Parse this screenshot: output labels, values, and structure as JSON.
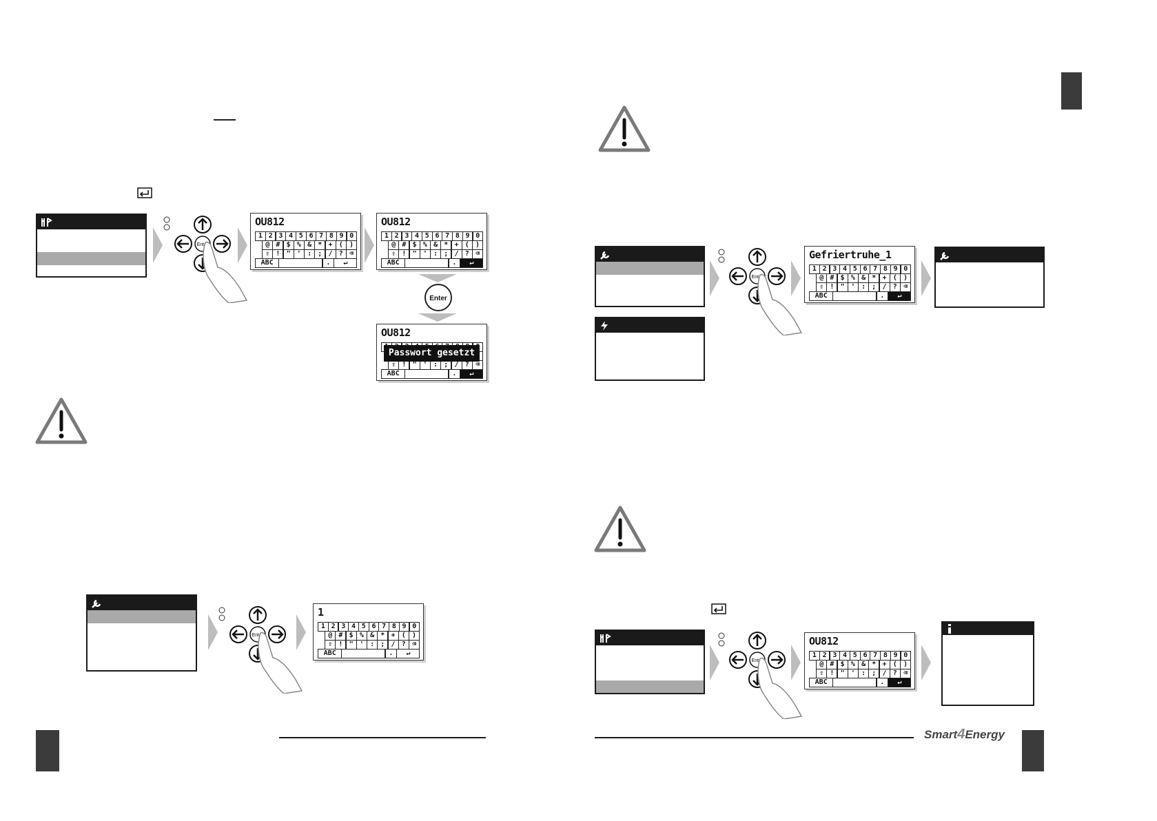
{
  "keyboard": {
    "row1": [
      "1",
      "2",
      "3",
      "4",
      "5",
      "6",
      "7",
      "8",
      "9",
      "0"
    ],
    "row2": [
      "@",
      "#",
      "$",
      "%",
      "&",
      "*",
      "+",
      "(",
      ")"
    ],
    "row3": [
      "⇧",
      "!",
      "\"",
      "'",
      ":",
      ";",
      "/",
      "?",
      "⌫"
    ],
    "row4_abc": "ABC",
    "row4_dot": ".",
    "row4_enter": "↵"
  },
  "left_page": {
    "kb1_title": "OU812",
    "kb2_title": "OU812",
    "kb3_title": "OU812",
    "kb3_popup": "Passwort gesetzt",
    "enter_button": "Enter",
    "kb4_title": "1",
    "pad_enter_label": "Enter"
  },
  "right_page": {
    "kb5_title": "Gefriertruhe_1",
    "kb6_title": "OU812",
    "pad_enter_label": "Enter",
    "brand_smart": "Smart",
    "brand_four": "4",
    "brand_energy": "Energy"
  },
  "icons": [
    "tools-icon",
    "wrench-icon",
    "lightning-icon",
    "info-icon",
    "warning-icon",
    "return-key-icon",
    "hand-pointer-icon",
    "direction-pad-icon"
  ],
  "colors": {
    "ink": "#1a1a1a",
    "highlight": "#a9a9a9",
    "arrow": "#bdbdbd"
  }
}
